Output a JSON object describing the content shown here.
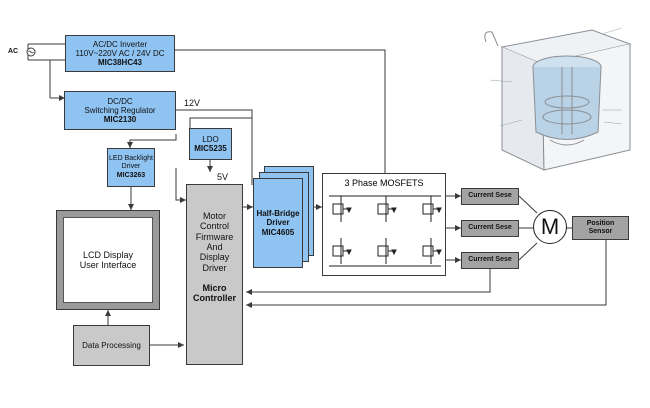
{
  "ac_source": {
    "label": "AC"
  },
  "inverter": {
    "line1": "AC/DC Inverter",
    "line2": "110V~220V AC / 24V DC",
    "part": "MIC38HC43"
  },
  "regulator": {
    "line1": "DC/DC",
    "line2": "Switching Regulator",
    "part": "MIC2130"
  },
  "rail_12v": "12V",
  "rail_5v": "5V",
  "ldo": {
    "line1": "LDO",
    "part": "MIC5235"
  },
  "backlight": {
    "line1": "LED Backlight",
    "line2": "Driver",
    "part": "MIC3263"
  },
  "lcd": {
    "line1": "LCD Display",
    "line2": "User Interface"
  },
  "data_processing": {
    "label": "Data Processing"
  },
  "controller": {
    "line1": "Motor",
    "line2": "Control",
    "line3": "Firmware",
    "line4": "And",
    "line5": "Display",
    "line6": "Driver",
    "title1": "Micro",
    "title2": "Controller"
  },
  "half_bridge": {
    "line1": "Half-Bridge",
    "line2": "Driver",
    "part": "MIC4605"
  },
  "mosfets": {
    "title": "3 Phase MOSFETS"
  },
  "current_sense": [
    "Current Sese",
    "Current Sese",
    "Current Sese"
  ],
  "motor": {
    "label": "M"
  },
  "position_sensor": {
    "line1": "Position",
    "line2": "Sensor"
  },
  "colors": {
    "block_blue": "#8ec3f2",
    "block_grey": "#c9c9c9",
    "line": "#3a3a3a"
  }
}
